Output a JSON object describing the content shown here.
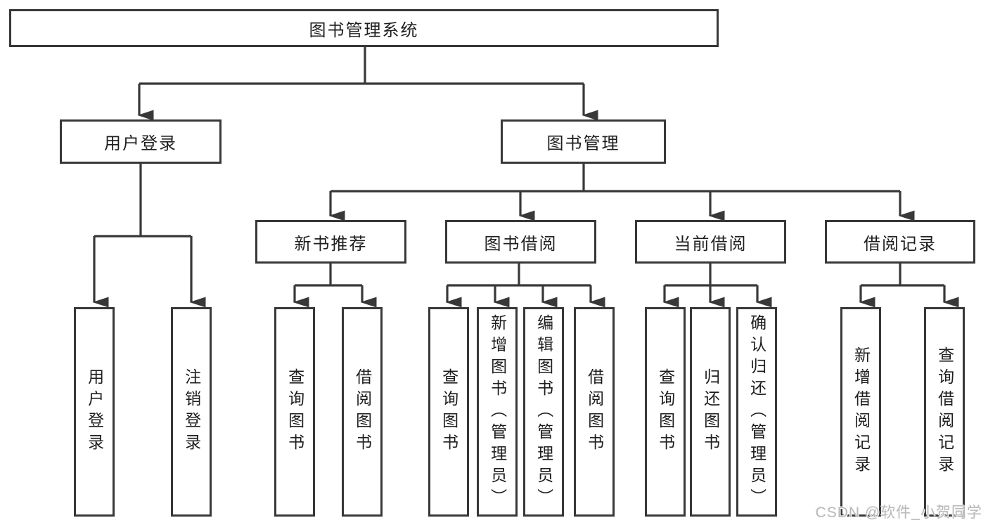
{
  "diagram": {
    "root": {
      "label": "图书管理系统"
    },
    "level2": [
      {
        "id": "user-login",
        "label": "用户登录"
      },
      {
        "id": "book-management",
        "label": "图书管理"
      }
    ],
    "level3": [
      {
        "id": "new-book-recommend",
        "label": "新书推荐",
        "parent": "图书管理"
      },
      {
        "id": "book-borrow",
        "label": "图书借阅",
        "parent": "图书管理"
      },
      {
        "id": "current-borrow",
        "label": "当前借阅",
        "parent": "图书管理"
      },
      {
        "id": "borrow-record",
        "label": "借阅记录",
        "parent": "图书管理"
      }
    ],
    "leaves": [
      {
        "label": "用户登录",
        "parent": "用户登录"
      },
      {
        "label": "注销登录",
        "parent": "用户登录"
      },
      {
        "label": "查询图书",
        "parent": "新书推荐"
      },
      {
        "label": "借阅图书",
        "parent": "新书推荐"
      },
      {
        "label": "查询图书",
        "parent": "图书借阅"
      },
      {
        "label": "新增图书（管理员）",
        "parent": "图书借阅"
      },
      {
        "label": "编辑图书（管理员）",
        "parent": "图书借阅"
      },
      {
        "label": "借阅图书",
        "parent": "图书借阅"
      },
      {
        "label": "查询图书",
        "parent": "当前借阅"
      },
      {
        "label": "归还图书",
        "parent": "当前借阅"
      },
      {
        "label": "确认归还（管理员）",
        "parent": "当前借阅"
      },
      {
        "label": "新增借阅记录",
        "parent": "借阅记录"
      },
      {
        "label": "查询借阅记录",
        "parent": "借阅记录"
      }
    ]
  },
  "watermark": {
    "text": "CSDN @软件_小贺同学"
  },
  "colors": {
    "line": "#383838",
    "box_border": "#383838",
    "box_fill": "#ffffff",
    "text": "#1e1e1e",
    "watermark": "#b9b9b9",
    "background": "#ffffff"
  }
}
